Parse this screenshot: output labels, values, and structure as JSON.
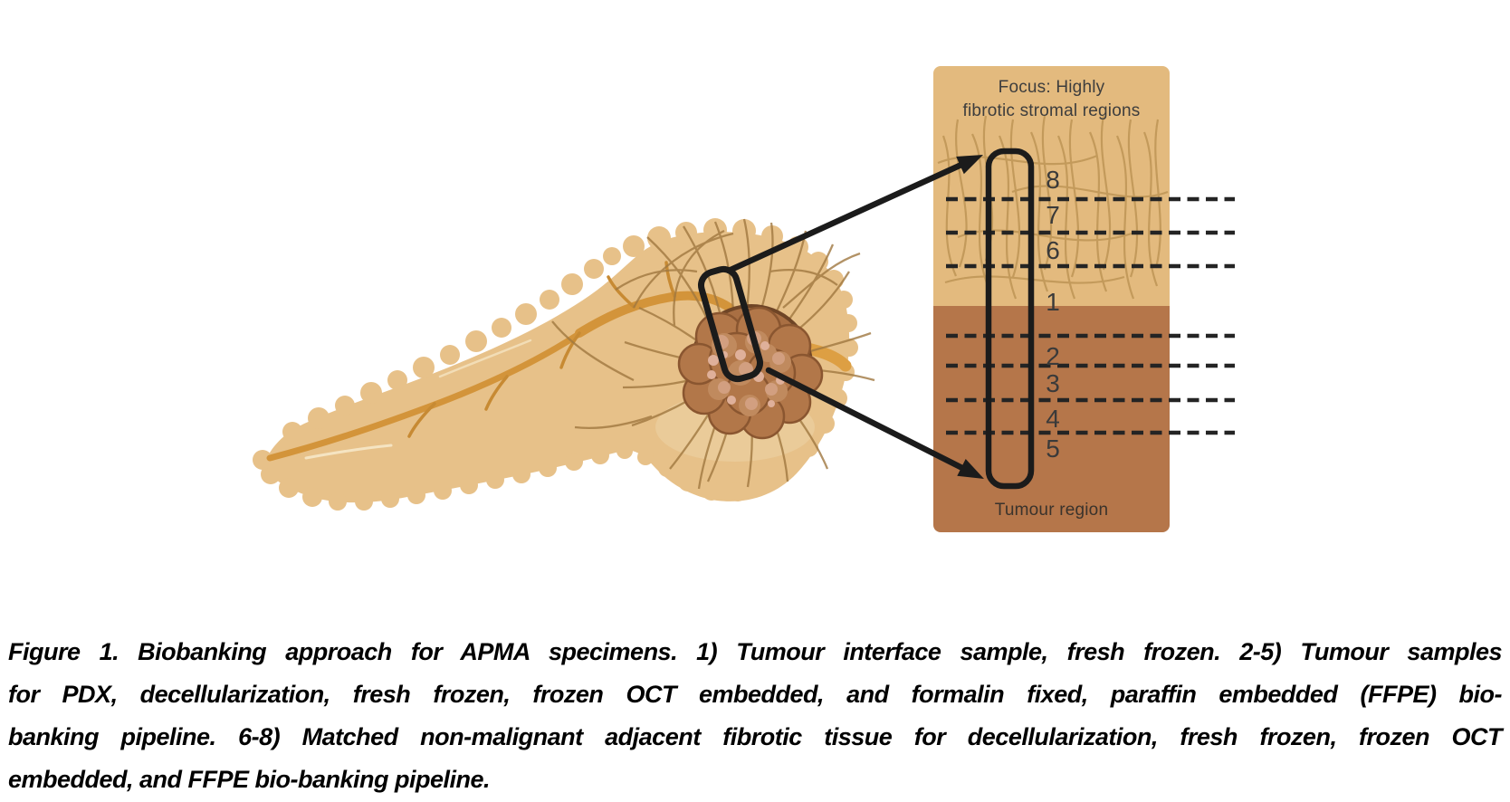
{
  "figure": {
    "inset_panel": {
      "title": "Focus: Highly fibrotic stromal regions",
      "title_lines": [
        "Focus: Highly",
        "fibrotic stromal regions"
      ],
      "region_label": "Tumour region",
      "section_labels": [
        "8",
        "7",
        "6",
        "1",
        "2",
        "3",
        "4",
        "5"
      ],
      "colors": {
        "stroma_background": "#e3ba7e",
        "tumour_background": "#b5764a",
        "outline_black": "#1b1b1b",
        "label_grey": "#3a3a3a"
      }
    },
    "illustration_colors": {
      "pancreas": "#e7c189",
      "duct": "#d3943a",
      "tumour": "#a96f43",
      "fibres": "#a07840"
    }
  },
  "caption": {
    "lines": [
      "Figure 1. Biobanking approach for APMA specimens. 1) Tumour interface sample, fresh frozen. 2-5) Tumour samples",
      "for PDX, decellularization, fresh frozen, frozen OCT embedded, and formalin fixed, paraffin embedded (FFPE) bio-",
      "banking pipeline. 6-8) Matched non-malignant adjacent fibrotic tissue for decellularization, fresh frozen, frozen OCT",
      "embedded, and FFPE bio-banking pipeline."
    ]
  }
}
